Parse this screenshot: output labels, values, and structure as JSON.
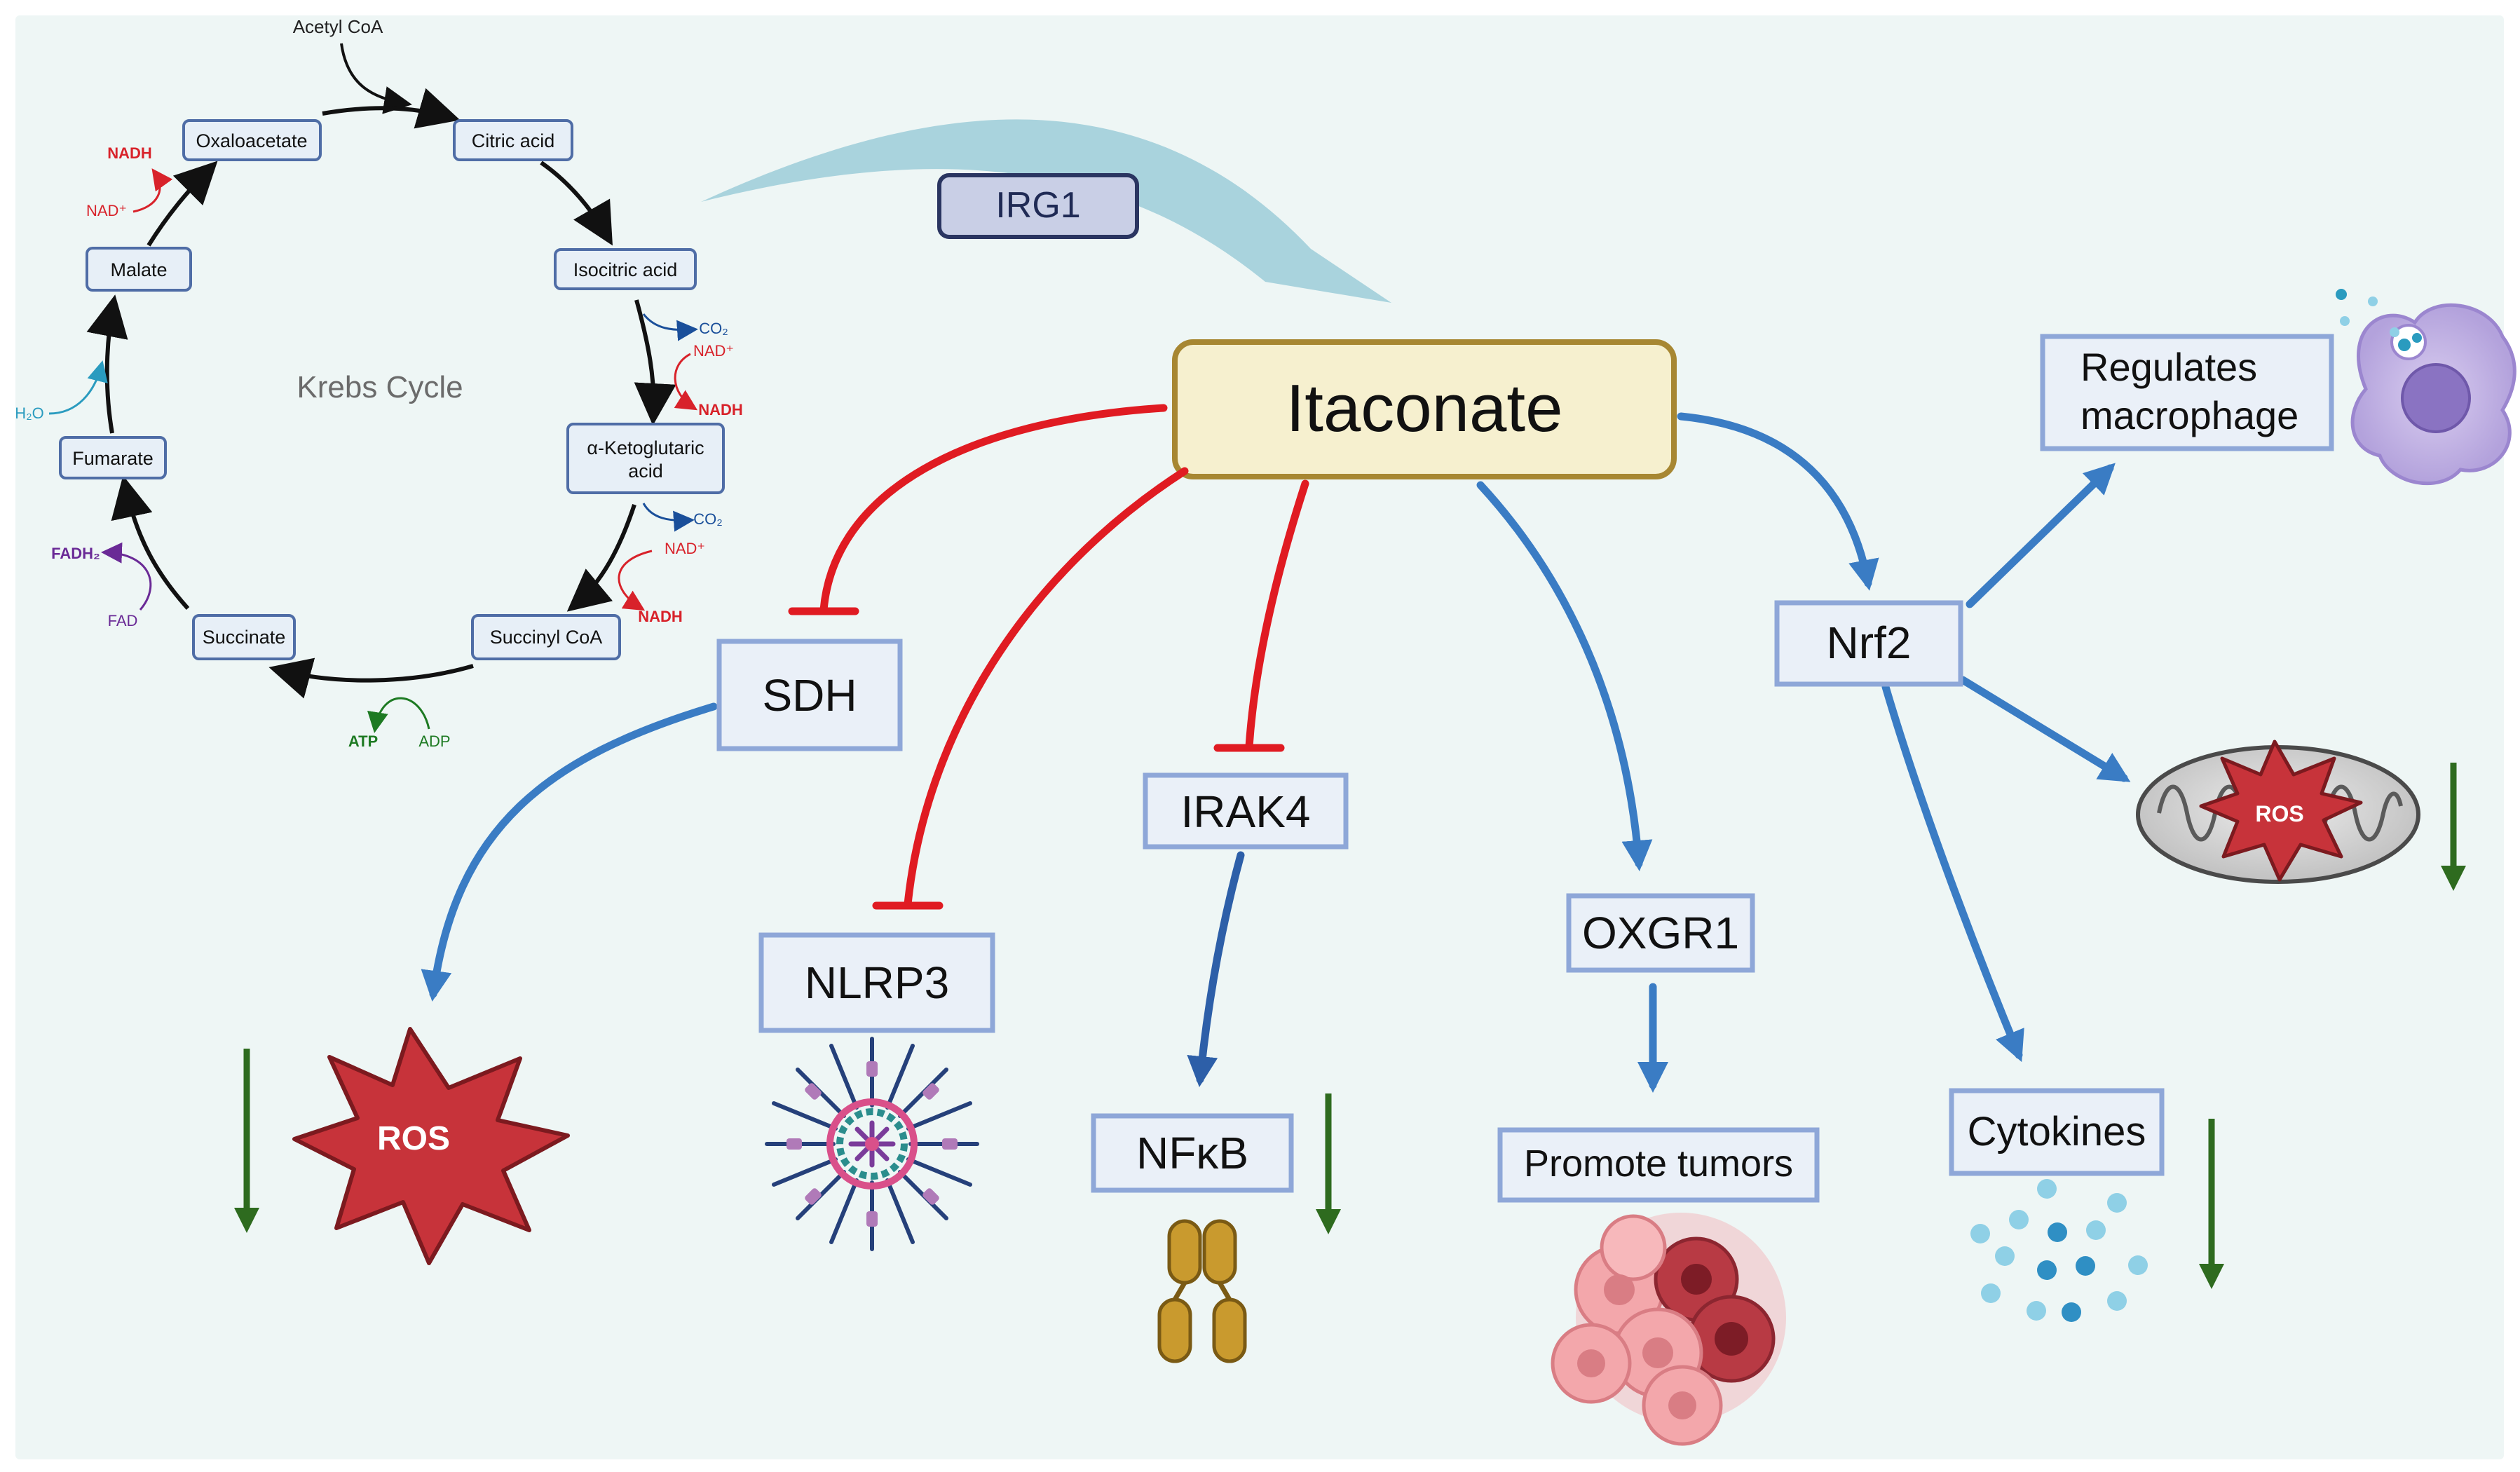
{
  "krebs": {
    "title": "Krebs Cycle",
    "input": "Acetyl CoA",
    "steps": {
      "oxaloacetate": "Oxaloacetate",
      "citric": "Citric acid",
      "isocitric": "Isocitric acid",
      "akg_line1": "α-Ketoglutaric",
      "akg_line2": "acid",
      "succinyl": "Succinyl CoA",
      "succinate": "Succinate",
      "fumarate": "Fumarate",
      "malate": "Malate"
    },
    "cofactors": {
      "nadh": "NADH",
      "nad": "NAD⁺",
      "co2": "CO₂",
      "fadh2": "FADH₂",
      "fad": "FAD",
      "atp": "ATP",
      "adp": "ADP",
      "h2o": "H₂O"
    }
  },
  "enzyme": {
    "label": "IRG1"
  },
  "center": {
    "label": "Itaconate"
  },
  "targets": {
    "sdh": "SDH",
    "nlrp3": "NLRP3",
    "irak4": "IRAK4",
    "nfkb": "NFκB",
    "oxgr1": "OXGR1",
    "promote_tumors": "Promote tumors",
    "nrf2": "Nrf2",
    "regulates_line1": "Regulates",
    "regulates_line2": "macrophage",
    "cytokines": "Cytokines",
    "ros": "ROS"
  },
  "colors": {
    "background": "#eef6f5",
    "inhibit": "#e01b22",
    "activate": "#3a7cc4",
    "decrease": "#2e6b1f",
    "box_border": "#8ea7d8",
    "box_fill": "#eaf0f8",
    "center_fill": "#f6f0cf",
    "center_border": "#a78732",
    "irg1_fill": "#c9cfe6",
    "irg1_border": "#2a3561",
    "ros_fill": "#c7333a",
    "big_arrow": "#a9d3dd"
  }
}
